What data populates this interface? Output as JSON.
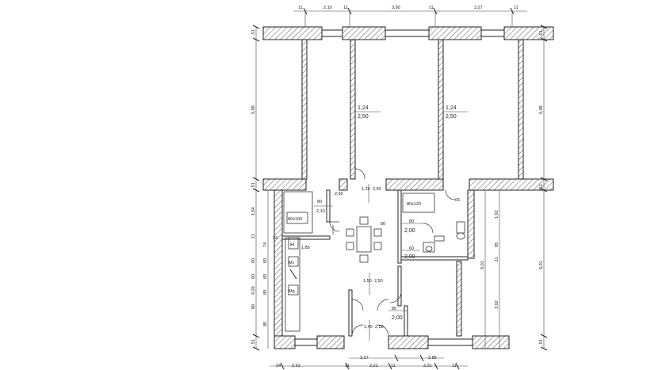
{
  "dimensions": {
    "top": [
      "11",
      "2,10",
      "11",
      "3,90",
      "11",
      "3,27",
      "11"
    ],
    "bottom": [
      "24",
      "2,91",
      "11",
      "3,27",
      "2,21",
      "11",
      "2,85",
      "2,31",
      "11"
    ],
    "left": [
      ".51",
      "5,98",
      ".51",
      "1,64",
      "11",
      "24",
      "74",
      "60",
      "60",
      "60",
      "60",
      "4,26",
      "80",
      "80",
      "80",
      ".51"
    ],
    "right": [
      ".51",
      "5,98",
      ".51",
      "6,01",
      "1,92",
      "11",
      "85",
      "3,02",
      "6,01",
      ".51"
    ]
  },
  "room_labels": [
    {
      "id": "upper-left-balcony-width",
      "text": "1,24"
    },
    {
      "id": "upper-left-balcony-height",
      "text": "2,50"
    },
    {
      "id": "upper-right-balcony-width",
      "text": "1,24"
    },
    {
      "id": "upper-right-balcony-height",
      "text": "2,50"
    },
    {
      "id": "kitchen-door-width",
      "text": "80"
    },
    {
      "id": "kitchen-door-height",
      "text": "2,10"
    },
    {
      "id": "corridor-door-width",
      "text": "1,24"
    },
    {
      "id": "corridor-door-height",
      "text": "2,50"
    },
    {
      "id": "shower-size",
      "text": "80x120"
    },
    {
      "id": "bath-door-width",
      "text": "80"
    },
    {
      "id": "bath-door-height",
      "text": "2,00"
    },
    {
      "id": "wc-door-width",
      "text": "60"
    },
    {
      "id": "wc-door-height",
      "text": "2,00"
    },
    {
      "id": "hall-door-width",
      "text": "1,50"
    },
    {
      "id": "hall-door-height",
      "text": "2,50"
    },
    {
      "id": "room-door-width",
      "text": "80"
    },
    {
      "id": "room-door-height",
      "text": "2,00"
    },
    {
      "id": "entry-door-width",
      "text": "1,40"
    },
    {
      "id": "entry-door-height",
      "text": "2,50"
    },
    {
      "id": "kitchen-counter-size",
      "text": "80x100"
    },
    {
      "id": "kitchen-length",
      "text": "1,85"
    },
    {
      "id": "small-2-60",
      "text": "2,60"
    },
    {
      "id": "small-65",
      "text": "65"
    },
    {
      "id": "small-80",
      "text": "80"
    },
    {
      "id": "fridge",
      "text": "H"
    },
    {
      "id": "washer",
      "text": "Mc"
    },
    {
      "id": "dishwasher",
      "text": "Mg"
    }
  ]
}
